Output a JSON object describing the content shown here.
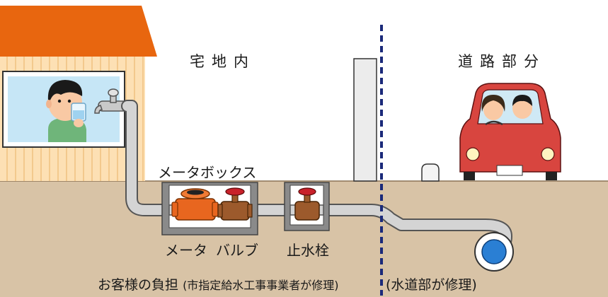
{
  "labels": {
    "private_area": "宅地内",
    "road_area": "道路部分",
    "meter_box": "メータボックス",
    "meter": "メータ",
    "valve": "バルブ",
    "stop_valve": "止水栓",
    "customer_burden": "お客様の負担",
    "customer_burden_note": "(市指定給水工事事業者が修理)",
    "road_burden": "(水道部が修理)"
  },
  "colors": {
    "sky": "#ffffff",
    "ground": "#d8c3a6",
    "roof": "#e8660f",
    "house_wall": "#fde0b4",
    "pipe": "#cfcfcf",
    "boundary_line": "#1b2a7a",
    "meter_orange": "#e8661f",
    "valve_brown": "#9c5a2c",
    "valve_handle": "#c8212a",
    "car_red": "#d8453f",
    "main_pipe_blue": "#2a7fd4"
  },
  "icons": [
    "house",
    "faucet-icon",
    "person-drinking",
    "car",
    "water-meter",
    "gate-valve",
    "stop-valve",
    "water-main",
    "boundary-post",
    "curb-stone"
  ]
}
